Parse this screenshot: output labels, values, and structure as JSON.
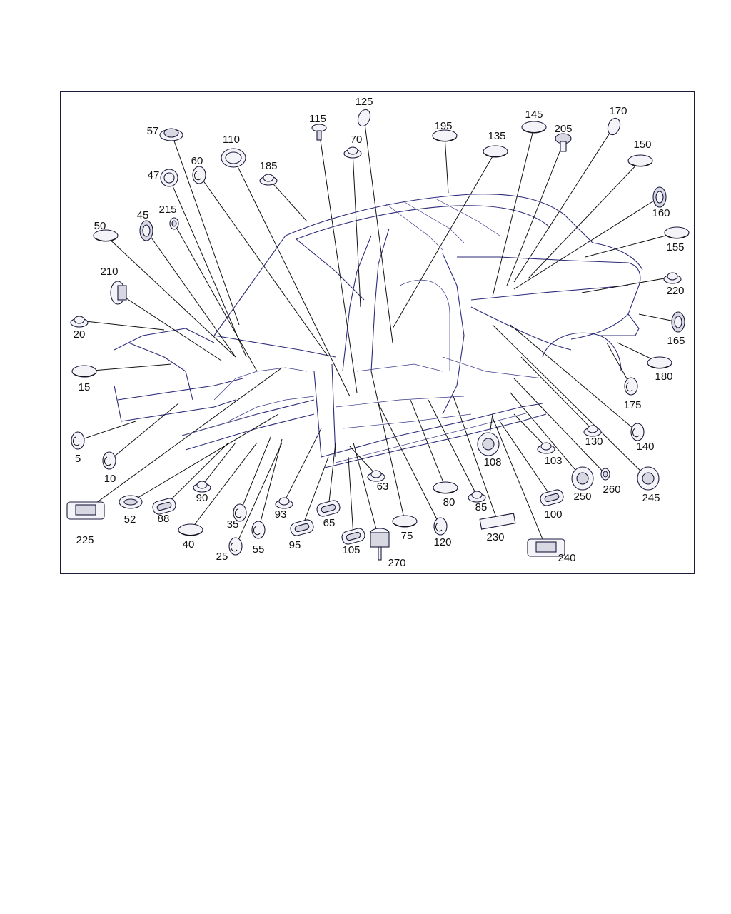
{
  "diagram": {
    "callouts": [
      {
        "id": "p57",
        "label": "57",
        "shape": "grommet-domed"
      },
      {
        "id": "p47",
        "label": "47",
        "shape": "ring"
      },
      {
        "id": "p110",
        "label": "110",
        "shape": "oval-ring"
      },
      {
        "id": "p60",
        "label": "60",
        "shape": "clip-round"
      },
      {
        "id": "p185",
        "label": "185",
        "shape": "plug-domed"
      },
      {
        "id": "p115",
        "label": "115",
        "shape": "push-clip"
      },
      {
        "id": "p125",
        "label": "125",
        "shape": "clip-oval"
      },
      {
        "id": "p70",
        "label": "70",
        "shape": "plug-domed"
      },
      {
        "id": "p195",
        "label": "195",
        "shape": "plug-flat"
      },
      {
        "id": "p135",
        "label": "135",
        "shape": "plug-flat"
      },
      {
        "id": "p145",
        "label": "145",
        "shape": "plug-flat"
      },
      {
        "id": "p205",
        "label": "205",
        "shape": "screw"
      },
      {
        "id": "p170",
        "label": "170",
        "shape": "clip-oval"
      },
      {
        "id": "p150",
        "label": "150",
        "shape": "plug-flat"
      },
      {
        "id": "p160",
        "label": "160",
        "shape": "grommet-ring"
      },
      {
        "id": "p155",
        "label": "155",
        "shape": "plug-flat"
      },
      {
        "id": "p220",
        "label": "220",
        "shape": "plug-domed"
      },
      {
        "id": "p165",
        "label": "165",
        "shape": "grommet-ring"
      },
      {
        "id": "p180",
        "label": "180",
        "shape": "plug-flat"
      },
      {
        "id": "p175",
        "label": "175",
        "shape": "clip-round"
      },
      {
        "id": "p130",
        "label": "130",
        "shape": "plug-domed"
      },
      {
        "id": "p140",
        "label": "140",
        "shape": "clip-round"
      },
      {
        "id": "p245",
        "label": "245",
        "shape": "grommet-large"
      },
      {
        "id": "p260",
        "label": "260",
        "shape": "ring-small"
      },
      {
        "id": "p250",
        "label": "250",
        "shape": "grommet-large"
      },
      {
        "id": "p103",
        "label": "103",
        "shape": "plug-domed"
      },
      {
        "id": "p100",
        "label": "100",
        "shape": "cap-oblong"
      },
      {
        "id": "p108",
        "label": "108",
        "shape": "grommet-large"
      },
      {
        "id": "p240",
        "label": "240",
        "shape": "module-box"
      },
      {
        "id": "p230",
        "label": "230",
        "shape": "pad-rect"
      },
      {
        "id": "p85",
        "label": "85",
        "shape": "plug-domed"
      },
      {
        "id": "p80",
        "label": "80",
        "shape": "plug-flat"
      },
      {
        "id": "p120",
        "label": "120",
        "shape": "clip-round"
      },
      {
        "id": "p75",
        "label": "75",
        "shape": "plug-flat"
      },
      {
        "id": "p270",
        "label": "270",
        "shape": "mount-bolt"
      },
      {
        "id": "p105",
        "label": "105",
        "shape": "cap-oblong"
      },
      {
        "id": "p65",
        "label": "65",
        "shape": "cap-oblong"
      },
      {
        "id": "p63",
        "label": "63",
        "shape": "plug-domed"
      },
      {
        "id": "p95",
        "label": "95",
        "shape": "cap-oblong"
      },
      {
        "id": "p93",
        "label": "93",
        "shape": "plug-domed"
      },
      {
        "id": "p55",
        "label": "55",
        "shape": "clip-round"
      },
      {
        "id": "p35",
        "label": "35",
        "shape": "clip-round"
      },
      {
        "id": "p25",
        "label": "25",
        "shape": "clip-round"
      },
      {
        "id": "p40",
        "label": "40",
        "shape": "plug-flat"
      },
      {
        "id": "p90",
        "label": "90",
        "shape": "plug-domed"
      },
      {
        "id": "p88",
        "label": "88",
        "shape": "cap-oblong"
      },
      {
        "id": "p52",
        "label": "52",
        "shape": "grommet-flat"
      },
      {
        "id": "p225",
        "label": "225",
        "shape": "module-box"
      },
      {
        "id": "p10",
        "label": "10",
        "shape": "clip-round"
      },
      {
        "id": "p5",
        "label": "5",
        "shape": "clip-round"
      },
      {
        "id": "p15",
        "label": "15",
        "shape": "plug-flat"
      },
      {
        "id": "p20",
        "label": "20",
        "shape": "plug-domed"
      },
      {
        "id": "p210",
        "label": "210",
        "shape": "grommet-side"
      },
      {
        "id": "p50",
        "label": "50",
        "shape": "plug-flat"
      },
      {
        "id": "p45",
        "label": "45",
        "shape": "grommet-ring"
      },
      {
        "id": "p215",
        "label": "215",
        "shape": "ring-small"
      }
    ]
  }
}
